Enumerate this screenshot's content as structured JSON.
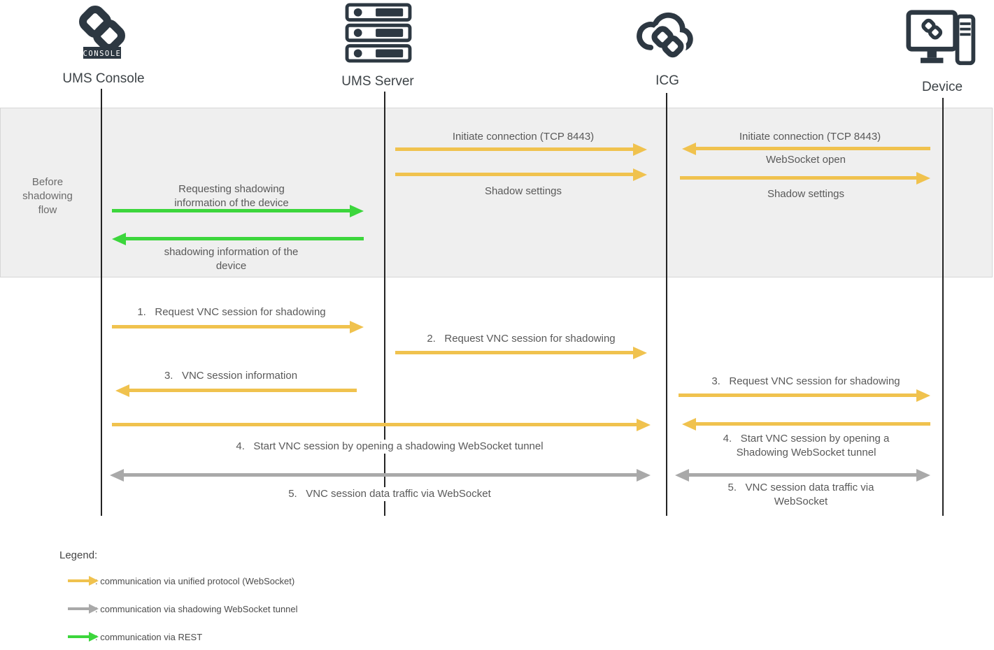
{
  "actors": [
    {
      "name": "UMS Console",
      "icon": "chain-console-icon"
    },
    {
      "name": "UMS Server",
      "icon": "server-rack-icon"
    },
    {
      "name": "ICG",
      "icon": "cloud-chain-icon"
    },
    {
      "name": "Device",
      "icon": "desktop-chain-icon"
    }
  ],
  "icons": {
    "console_badge": "CONSOLE"
  },
  "phase": {
    "label": "Before shadowing flow"
  },
  "messages": {
    "init_server_icg": "Initiate connection (TCP 8443)",
    "init_device_icg": "Initiate connection (TCP 8443)",
    "websocket_open": "WebSocket open",
    "shadow_settings_server_icg": "Shadow settings",
    "shadow_settings_icg_device": "Shadow settings",
    "req_shadow_info": "Requesting shadowing information of the device",
    "shadow_info": "shadowing information of the device",
    "step1": "1.   Request VNC session for shadowing",
    "step2": "2.   Request VNC session for shadowing",
    "step3_left": "3.   VNC session information",
    "step3_right": "3.   Request VNC session for shadowing",
    "step4_left": "4.   Start VNC session by opening a shadowing WebSocket tunnel",
    "step4_right": "4.   Start VNC session by opening a Shadowing WebSocket tunnel",
    "step5_left": "5.   VNC session data traffic via WebSocket",
    "step5_right": "5.   VNC session data traffic via WebSocket"
  },
  "legend": {
    "title": "Legend:",
    "items": [
      {
        "color": "#f0c24e",
        "label": ": communication via unified protocol (WebSocket)"
      },
      {
        "color": "#a9a9a9",
        "label": ": communication via shadowing WebSocket tunnel"
      },
      {
        "color": "#3cd63c",
        "label": ": communication via REST"
      }
    ]
  },
  "colors": {
    "unified_protocol_arrow": "#f0c24e",
    "shadowing_tunnel_arrow": "#a9a9a9",
    "rest_arrow": "#3cd63c",
    "icon_dark": "#2d3842",
    "band_background": "#efefef",
    "message_text": "#595959"
  }
}
